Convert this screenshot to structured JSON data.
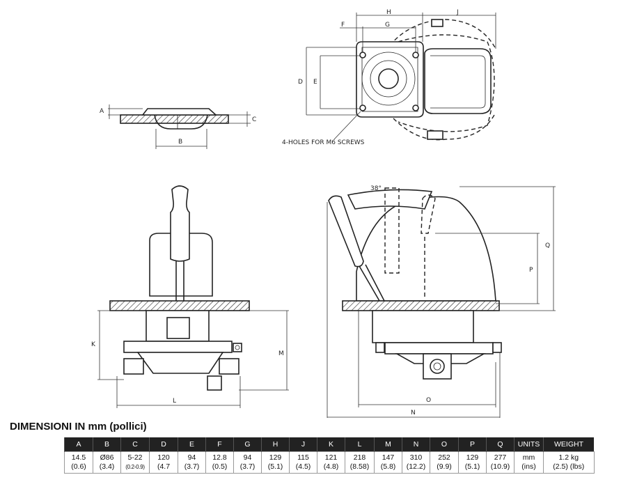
{
  "labels": {
    "A": "A",
    "B": "B",
    "C": "C",
    "D": "D",
    "E": "E",
    "F": "F",
    "G": "G",
    "H": "H",
    "J": "J",
    "K": "K",
    "L": "L",
    "M": "M",
    "N": "N",
    "O": "O",
    "P": "P",
    "Q": "Q",
    "angle": "38°",
    "holes": "4-HOLES FOR M6 SCREWS"
  },
  "table": {
    "title": "DIMENSIONI IN mm (pollici)",
    "headers": [
      "A",
      "B",
      "C",
      "D",
      "E",
      "F",
      "G",
      "H",
      "J",
      "K",
      "L",
      "M",
      "N",
      "O",
      "P",
      "Q",
      "UNITS",
      "WEIGHT"
    ],
    "mm": [
      "14.5",
      "Ø86",
      "5-22",
      "120",
      "94",
      "12.8",
      "94",
      "129",
      "115",
      "121",
      "218",
      "147",
      "310",
      "252",
      "129",
      "277",
      "mm",
      "1.2 kg"
    ],
    "inches": [
      "(0.6)",
      "(3.4)",
      "(0.2-0.9)",
      "(4.7",
      "(3.7)",
      "(0.5)",
      "(3.7)",
      "(5.1)",
      "(4.5)",
      "(4.8)",
      "(8.58)",
      "(5.8)",
      "(12.2)",
      "(9.9)",
      "(5.1)",
      "(10.9)",
      "(ins)",
      "(2.5) (lbs)"
    ]
  }
}
